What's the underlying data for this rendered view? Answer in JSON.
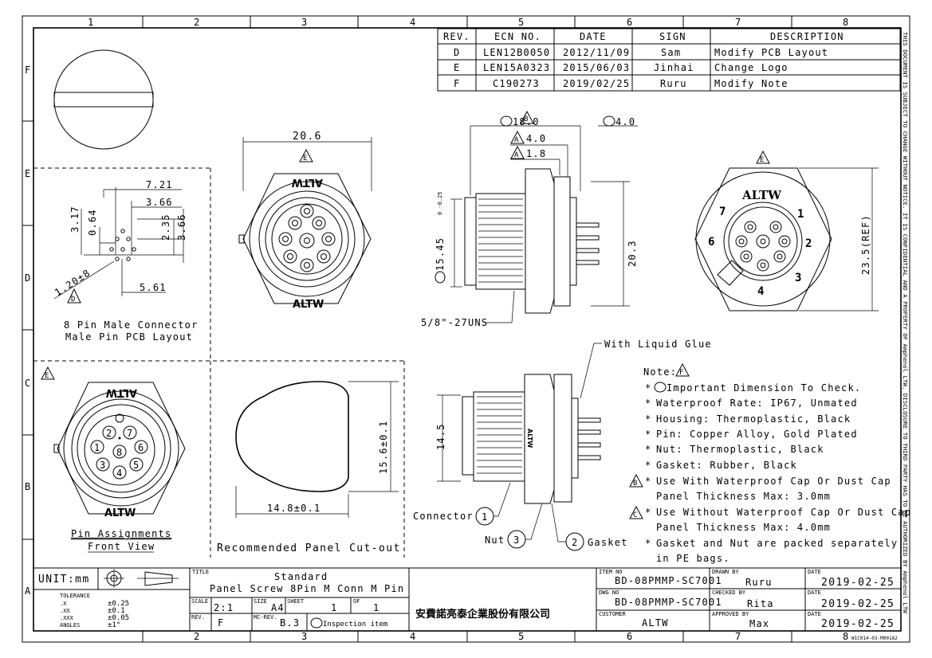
{
  "grid": {
    "columns": [
      "1",
      "2",
      "3",
      "4",
      "5",
      "6",
      "7",
      "8"
    ],
    "rows": [
      "F",
      "E",
      "D",
      "C",
      "B",
      "A"
    ]
  },
  "confidential_notice": "THIS DOCUMENT IS SUBJECT TO CHANGE WITHOUT NOTICE. IT IS CONFIDENTIAL AND A PROPERTY OF Amphenol LTW. DISCLOSURE TO THIRD PARTY HAS TO BE AUTHORIZED BY Amphenol LTW",
  "revision_table": {
    "headers": [
      "REV.",
      "ECN NO.",
      "DATE",
      "SIGN",
      "DESCRIPTION"
    ],
    "rows": [
      [
        "D",
        "LEN12B0050",
        "2012/11/09",
        "Sam",
        "Modify PCB Layout"
      ],
      [
        "E",
        "LEN15A0323",
        "2015/06/03",
        "Jinhai",
        "Change Logo"
      ],
      [
        "F",
        "C190273",
        "2019/02/25",
        "Ruru",
        "Modify Note"
      ]
    ]
  },
  "views": {
    "pcb_layout": {
      "caption_line1": "8 Pin Male Connector",
      "caption_line2": "Male Pin PCB Layout",
      "dims": [
        "7.21",
        "3.66",
        "3.17",
        "0.64",
        "2.35",
        "3.66",
        "5.61",
        "1.20±8"
      ],
      "flag": "D"
    },
    "front_top": {
      "width": "20.6",
      "brand": "ALTW",
      "flag": "E"
    },
    "side_top": {
      "dims": [
        "18.0",
        "4.0",
        "4.0",
        "1.8",
        "15.45",
        "20.3"
      ],
      "tolerance": "0 -0.25",
      "thread": "5/8\"-27UNS",
      "flags": [
        "B",
        "A",
        "A"
      ]
    },
    "rear_top": {
      "ref": "23.5(REF)",
      "brand": "ALTW",
      "pin_numbers": [
        "1",
        "2",
        "3",
        "4",
        "6",
        "7"
      ],
      "flag": "E"
    },
    "pin_assignment": {
      "brand": "ALTW",
      "caption_line1": "Pin Assignments",
      "caption_line2": "Front View",
      "pin_numbers": [
        "1",
        "2",
        "3",
        "4",
        "5",
        "6",
        "7",
        "8"
      ],
      "flag": "E"
    },
    "panel_cutout": {
      "height": "15.6±0.1",
      "width": "14.8±0.1",
      "caption": "Recommended Panel Cut-out"
    },
    "side_bottom": {
      "height": "14.5",
      "glue_label": "With Liquid Glue",
      "callouts": [
        {
          "num": "1",
          "label": "Connector"
        },
        {
          "num": "3",
          "label": "Nut"
        },
        {
          "num": "2",
          "label": "Gasket"
        }
      ]
    }
  },
  "notes": {
    "title": "Note:",
    "flag": "F",
    "items": [
      "Important Dimension To Check.",
      "Waterproof Rate: IP67, Unmated",
      "Housing: Thermoplastic, Black",
      "Pin: Copper Alloy, Gold Plated",
      "Nut: Thermoplastic, Black",
      "Gasket: Rubber, Black",
      "Use With Waterproof Cap Or Dust Cap",
      "Panel Thickness Max: 3.0mm",
      "Use Without Waterproof Cap Or Dust Cap",
      "Panel Thickness Max: 4.0mm",
      "Gasket and Nut are packed separately",
      "in PE bags."
    ],
    "flag_b": "B",
    "flag_c": "C"
  },
  "title_block": {
    "unit": "UNIT:mm",
    "tolerance_label": "TOLERANCE",
    "tolerances": [
      {
        "k": ".X",
        "v": "±0.25"
      },
      {
        "k": ".XX",
        "v": "±0.1"
      },
      {
        "k": ".XXX",
        "v": "±0.05"
      },
      {
        "k": "ANGLES",
        "v": "±1°"
      }
    ],
    "title_label": "TITLE",
    "title_line1": "Standard",
    "title_line2": "Panel Screw 8Pin M Conn M Pin",
    "scale_label": "SCALE",
    "scale": "2:1",
    "size_label": "SIZE",
    "size": "A4",
    "sheet_label": "SHEET",
    "sheet": "1",
    "of_label": "OF",
    "of": "1",
    "rev_label": "REV.",
    "rev": "F",
    "mcrev_label": "MC-REV.",
    "mcrev": "B.3",
    "inspection": "Inspection item",
    "company": "安費諾亮泰企業股份有限公司",
    "item_no_label": "ITEM NO",
    "item_no": "BD-08PMMP-SC7001",
    "dwg_no_label": "DWG NO",
    "dwg_no": "BD-08PMMP-SC7001",
    "customer_label": "CUSTOMER",
    "customer": "ALTW",
    "drawn_by_label": "DRAWN BY",
    "drawn_by": "Ruru",
    "checked_by_label": "CHECKED BY",
    "checked_by": "Rita",
    "approved_by_label": "APPROVED BY",
    "approved_by": "Max",
    "date_label": "DATE",
    "dates": [
      "2019-02-25",
      "2019-02-25",
      "2019-02-25"
    ],
    "form_no": "W1C014-03-M001A2"
  }
}
